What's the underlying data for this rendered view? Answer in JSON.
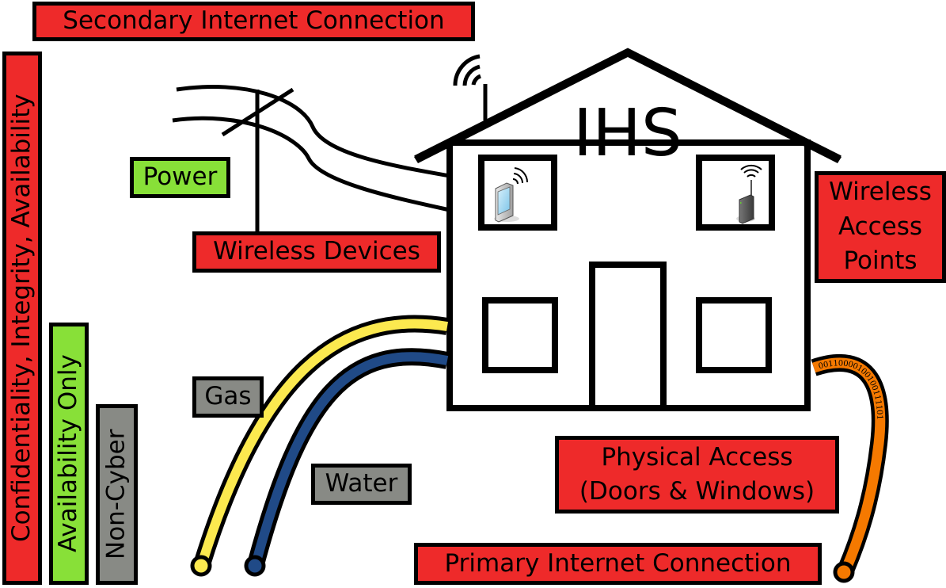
{
  "title": "IHS",
  "colors": {
    "cia": "#ee2a2a",
    "availability": "#88e038",
    "non_cyber": "#888a85",
    "gas_pipe": "#fce94f",
    "water_pipe": "#204a87",
    "internet_cable": "#f57900"
  },
  "legend": {
    "cia": "Confidentiality, Integrity, Availability",
    "availability_only": "Availability Only",
    "non_cyber": "Non-Cyber"
  },
  "labels": {
    "secondary_internet": "Secondary Internet Connection",
    "power": "Power",
    "wireless_devices": "Wireless Devices",
    "wireless_access_points": "Wireless\nAccess\nPoints",
    "gas": "Gas",
    "water": "Water",
    "physical_access": "Physical Access\n(Doors & Windows)",
    "primary_internet": "Primary Internet Connection"
  },
  "cable_bits": "00110000100100111101",
  "icons": {
    "antenna": "wifi-antenna-icon",
    "tablet": "tablet-device-icon",
    "router": "wireless-router-icon"
  }
}
